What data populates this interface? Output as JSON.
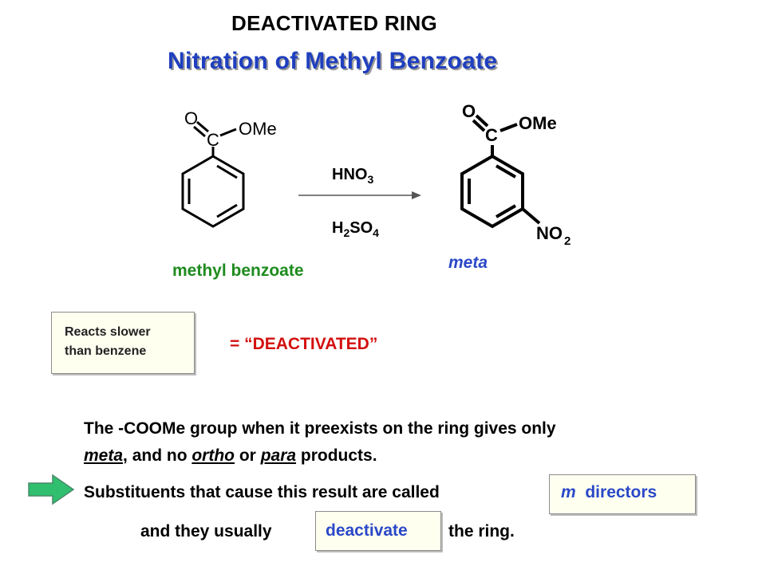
{
  "header": {
    "section_title": "DEACTIVATED RING",
    "reaction_title": "Nitration of Methyl Benzoate"
  },
  "scheme": {
    "reactant": {
      "carbonyl_o": "O",
      "carbon": "C",
      "ester_group": "OMe",
      "name": "methyl benzoate"
    },
    "reagents": {
      "top_main": "HNO",
      "top_sub": "3",
      "bottom_h": "H",
      "bottom_h_sub": "2",
      "bottom_so": "SO",
      "bottom_so_sub": "4"
    },
    "product": {
      "carbonyl_o": "O",
      "carbon": "C",
      "ester_group": "OMe",
      "nitro_main": "NO",
      "nitro_sub": "2",
      "position_label": "meta"
    }
  },
  "rate_box": {
    "line1": "Reacts slower",
    "line2": "than benzene"
  },
  "deactivated_equation": "=  “DEACTIVATED”",
  "paragraph": {
    "line1": "The -COOMe group when it preexists on the ring gives only",
    "line2_meta": "meta",
    "line2_a": ", and no ",
    "line2_ortho": "ortho",
    "line2_b": " or ",
    "line2_para": "para",
    "line2_c": " products.",
    "line3": "Substituents that cause this result are called",
    "m_italic": "m",
    "directors": "directors",
    "line4_a": "and they usually",
    "deactivate": "deactivate",
    "line4_b": "the ring."
  },
  "icons": {
    "pointer": "green-arrow-icon"
  },
  "colors": {
    "title_blue": "#1f3fbf",
    "green": "#1e8b1e",
    "accent_blue": "#2a48c8",
    "red": "#d30f0f",
    "arrow_green": "#2fbf6e"
  }
}
